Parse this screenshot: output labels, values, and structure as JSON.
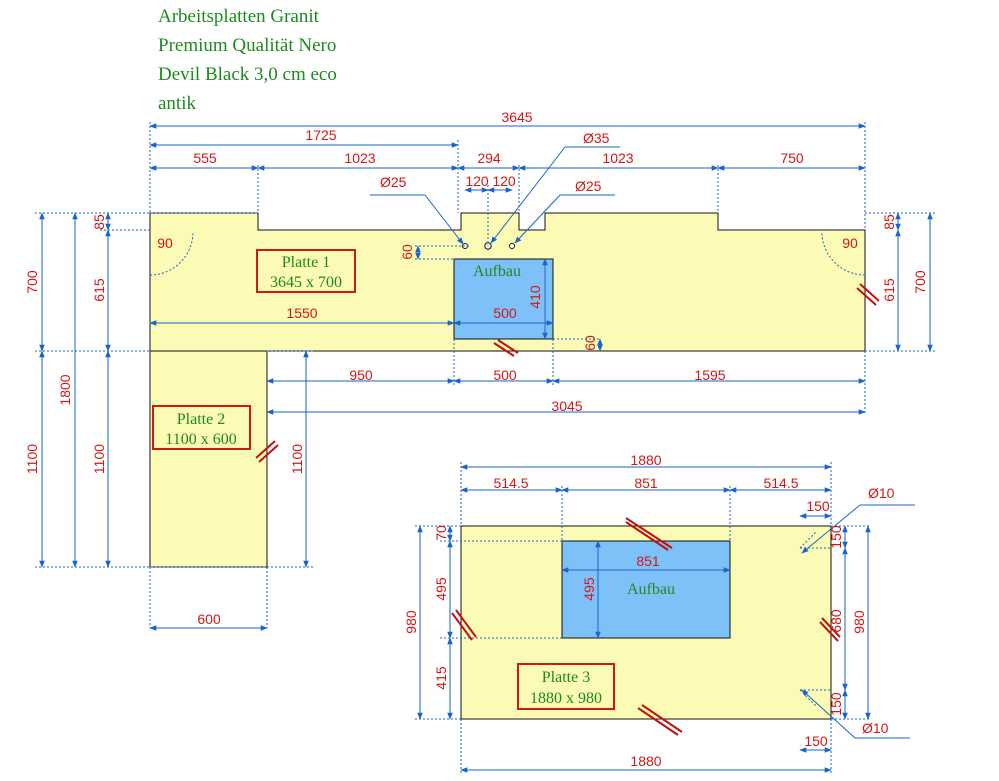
{
  "title": {
    "lines": [
      "Arbeitsplatten Granit",
      "Premium Qualität Nero",
      "Devil Black 3,0 cm eco",
      "antik"
    ]
  },
  "colors": {
    "plate_fill": "#fbfbb6",
    "cutout_fill": "#7ec0f8",
    "dimension_text": "#d01818",
    "dimension_line": "#1a66c8",
    "label_text": "#1e8a1e"
  },
  "plates": [
    {
      "name": "Platte 1",
      "size": "3645 x 700"
    },
    {
      "name": "Platte 2",
      "size": "1100 x 600"
    },
    {
      "name": "Platte 3",
      "size": "1880 x 980"
    }
  ],
  "cutouts": {
    "aufbau_1": "Aufbau",
    "aufbau_2": "Aufbau"
  },
  "dimensions": {
    "top_3645": "3645",
    "top_1725": "1725",
    "top_555": "555",
    "top_1023_a": "1023",
    "top_294": "294",
    "top_1023_b": "1023",
    "top_750": "750",
    "top_120_a": "120",
    "top_120_b": "120",
    "hole_d35": "Ø35",
    "hole_d25_a": "Ø25",
    "hole_d25_b": "Ø25",
    "p1_left_85": "85",
    "p1_right_85": "85",
    "p1_left_700": "700",
    "p1_right_700": "700",
    "p1_left_615": "615",
    "p1_right_615": "615",
    "corner_90_a": "90",
    "corner_90_b": "90",
    "hole_60": "60",
    "p1_1550": "1550",
    "aufbau1_500": "500",
    "aufbau1_410": "410",
    "aufbau1_60": "60",
    "b_950": "950",
    "b_500": "500",
    "b_1595": "1595",
    "b_3045": "3045",
    "left_1800": "1800",
    "left_1100_a": "1100",
    "left_1100_b": "1100",
    "p2_1100": "1100",
    "p2_600": "600",
    "p3_1880_top": "1880",
    "p3_514_a": "514.5",
    "p3_851_top": "851",
    "p3_514_b": "514.5",
    "p3_150_top": "150",
    "p3_d10_top": "Ø10",
    "p3_70": "70",
    "p3_495_left": "495",
    "p3_980_left": "980",
    "p3_415": "415",
    "p3_851_inner": "851",
    "p3_495_inner": "495",
    "p3_150_right_top": "150",
    "p3_680": "680",
    "p3_980_right": "980",
    "p3_150_right_bot": "150",
    "p3_150_bottom": "150",
    "p3_d10_bot": "Ø10",
    "p3_1880_bottom": "1880"
  }
}
